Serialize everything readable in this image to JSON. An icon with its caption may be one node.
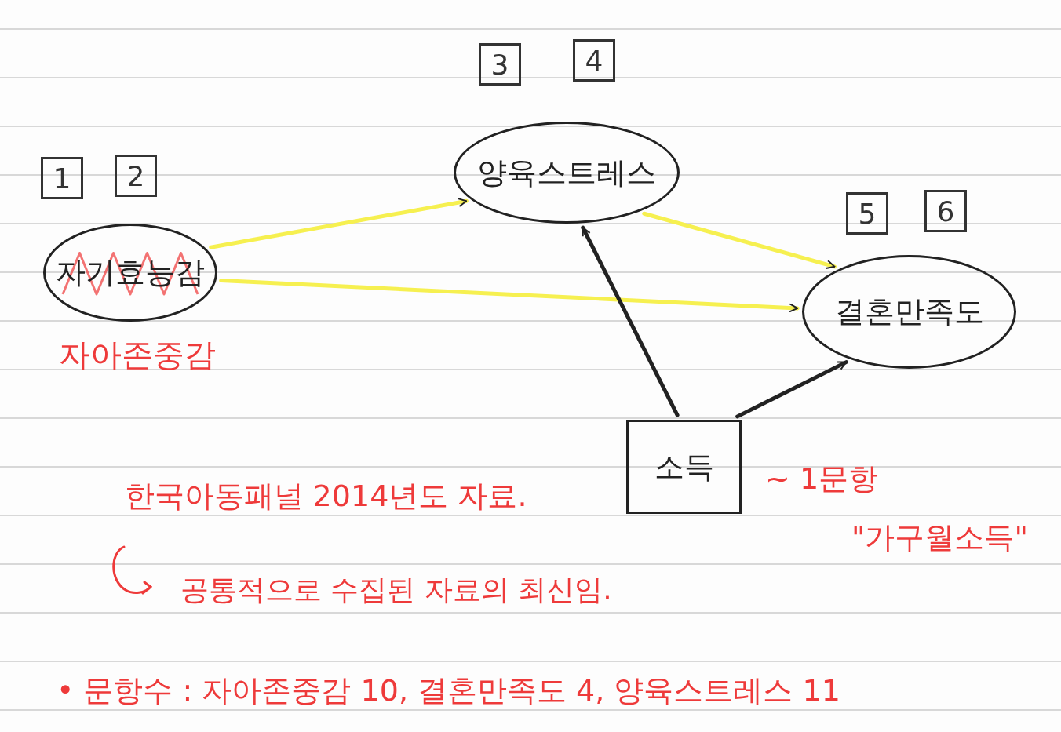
{
  "diagram": {
    "nodes": [
      {
        "text": [
          "자기효능감"
        ],
        "beside": [
          "자아존중감"
        ]
      },
      {
        "text": [
          "양육스트레스"
        ]
      },
      {
        "text": [
          "결혼만족도"
        ]
      },
      {
        "text": [
          "소득"
        ],
        "beside": [
          "~ 1문항",
          "\"가구월소득\""
        ]
      }
    ],
    "edges": [
      {
        "from": 0,
        "to": 1,
        "arrow": "to",
        "color": "#f6f050"
      },
      {
        "from": 0,
        "to": 2,
        "arrow": "to",
        "color": "#f6f050"
      },
      {
        "from": 1,
        "to": 2,
        "arrow": "to",
        "color": "#f6f050"
      },
      {
        "from": 3,
        "to": 1,
        "arrow": "to",
        "color": "#222222"
      },
      {
        "from": 3,
        "to": 2,
        "arrow": "to",
        "color": "#222222"
      }
    ],
    "labels": [
      "3",
      "4",
      "1",
      "2",
      "5",
      "6",
      "한국아동패널 2014년도 자료.",
      "공통적으로 수집된 자료의 최신임.",
      "• 문항수 : 자아존중감 10, 결혼만족도 4, 양육스트레스 11"
    ]
  }
}
